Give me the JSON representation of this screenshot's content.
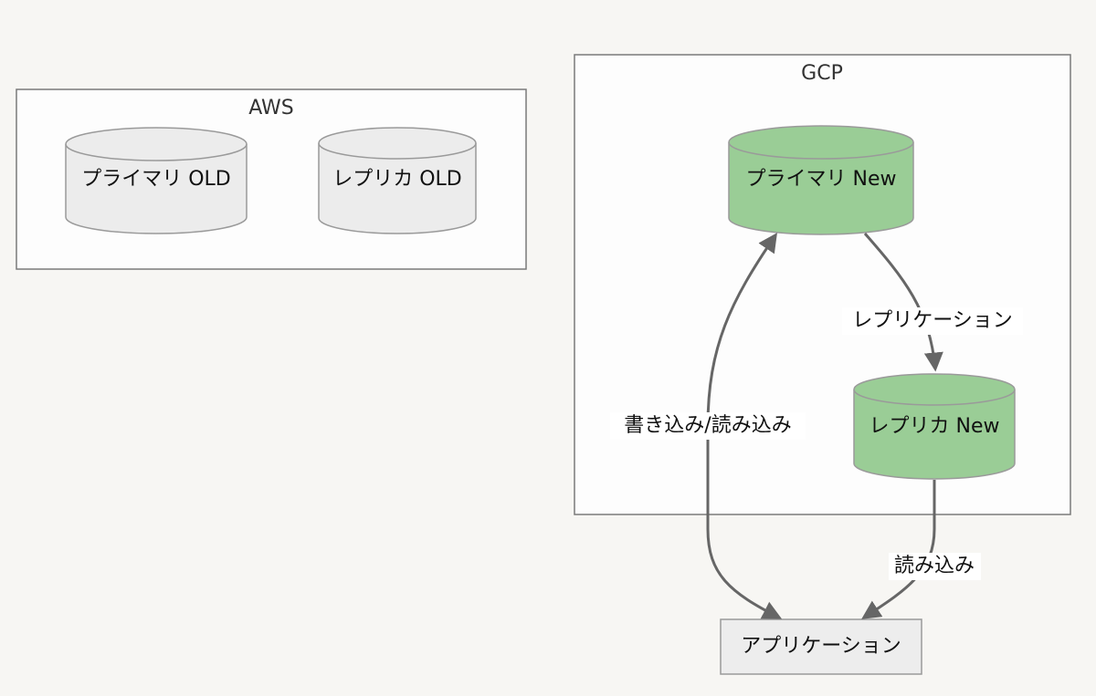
{
  "colors": {
    "background": "#f7f6f3",
    "cluster_fill": "#fdfdfd",
    "old_db_fill": "#ececec",
    "new_db_fill": "#9acd96",
    "app_fill": "#ededed",
    "edge": "#666666"
  },
  "clusters": {
    "aws": {
      "label": "AWS"
    },
    "gcp": {
      "label": "GCP"
    }
  },
  "nodes": {
    "primary_old": {
      "label": "プライマリ OLD"
    },
    "replica_old": {
      "label": "レプリカ OLD"
    },
    "primary_new": {
      "label": "プライマリ New"
    },
    "replica_new": {
      "label": "レプリカ New"
    },
    "application": {
      "label": "アプリケーション"
    }
  },
  "edges": {
    "replication": {
      "label": "レプリケーション",
      "from": "primary_new",
      "to": "replica_new"
    },
    "read_write": {
      "label": "書き込み/読み込み",
      "from": "application",
      "to": "primary_new",
      "bidirectional": true
    },
    "read": {
      "label": "読み込み",
      "from": "replica_new",
      "to": "application"
    }
  }
}
